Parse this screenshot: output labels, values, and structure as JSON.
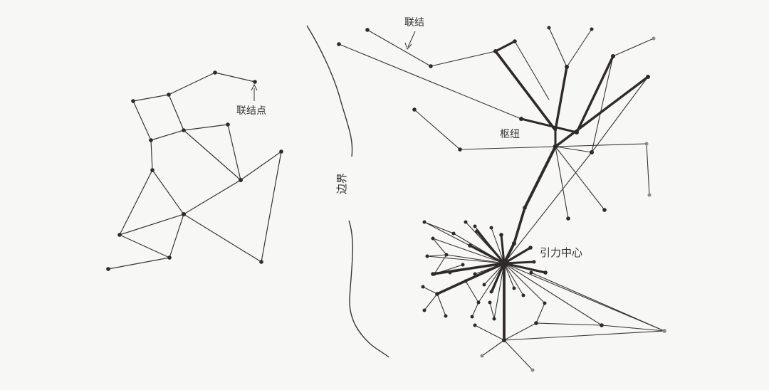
{
  "labels": {
    "link": "联结",
    "node": "联结点",
    "boundary": "边界",
    "hub": "枢纽",
    "center": "引力中心"
  },
  "colors": {
    "background": "#f7f7f5",
    "ink": "#2f2a2a",
    "faint_ink": "#8a8a8a"
  }
}
